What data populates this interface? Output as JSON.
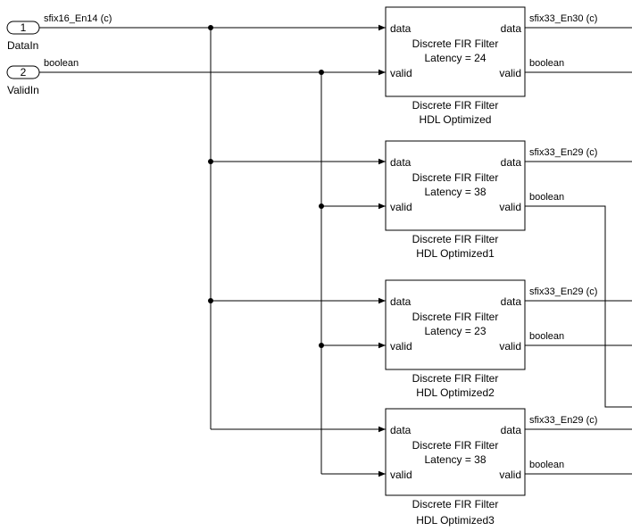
{
  "inports": [
    {
      "num": "1",
      "name": "DataIn",
      "signal": "sfix16_En14 (c)"
    },
    {
      "num": "2",
      "name": "ValidIn",
      "signal": "boolean"
    }
  ],
  "blocks": [
    {
      "title": "Discrete FIR Filter",
      "latency": "Latency = 24",
      "caption1": "Discrete FIR Filter",
      "caption2": "HDL Optimized",
      "in_data": "data",
      "in_valid": "valid",
      "out_data": "data",
      "out_valid": "valid",
      "out_data_signal": "sfix33_En30 (c)",
      "out_valid_signal": "boolean"
    },
    {
      "title": "Discrete FIR Filter",
      "latency": "Latency = 38",
      "caption1": "Discrete FIR Filter",
      "caption2": "HDL Optimized1",
      "in_data": "data",
      "in_valid": "valid",
      "out_data": "data",
      "out_valid": "valid",
      "out_data_signal": "sfix33_En29 (c)",
      "out_valid_signal": "boolean"
    },
    {
      "title": "Discrete FIR Filter",
      "latency": "Latency = 23",
      "caption1": "Discrete FIR Filter",
      "caption2": "HDL Optimized2",
      "in_data": "data",
      "in_valid": "valid",
      "out_data": "data",
      "out_valid": "valid",
      "out_data_signal": "sfix33_En29 (c)",
      "out_valid_signal": "boolean"
    },
    {
      "title": "Discrete FIR Filter",
      "latency": "Latency = 38",
      "caption1": "Discrete FIR Filter",
      "caption2": "HDL Optimized3",
      "in_data": "data",
      "in_valid": "valid",
      "out_data": "data",
      "out_valid": "valid",
      "out_data_signal": "sfix33_En29 (c)",
      "out_valid_signal": "boolean"
    }
  ]
}
